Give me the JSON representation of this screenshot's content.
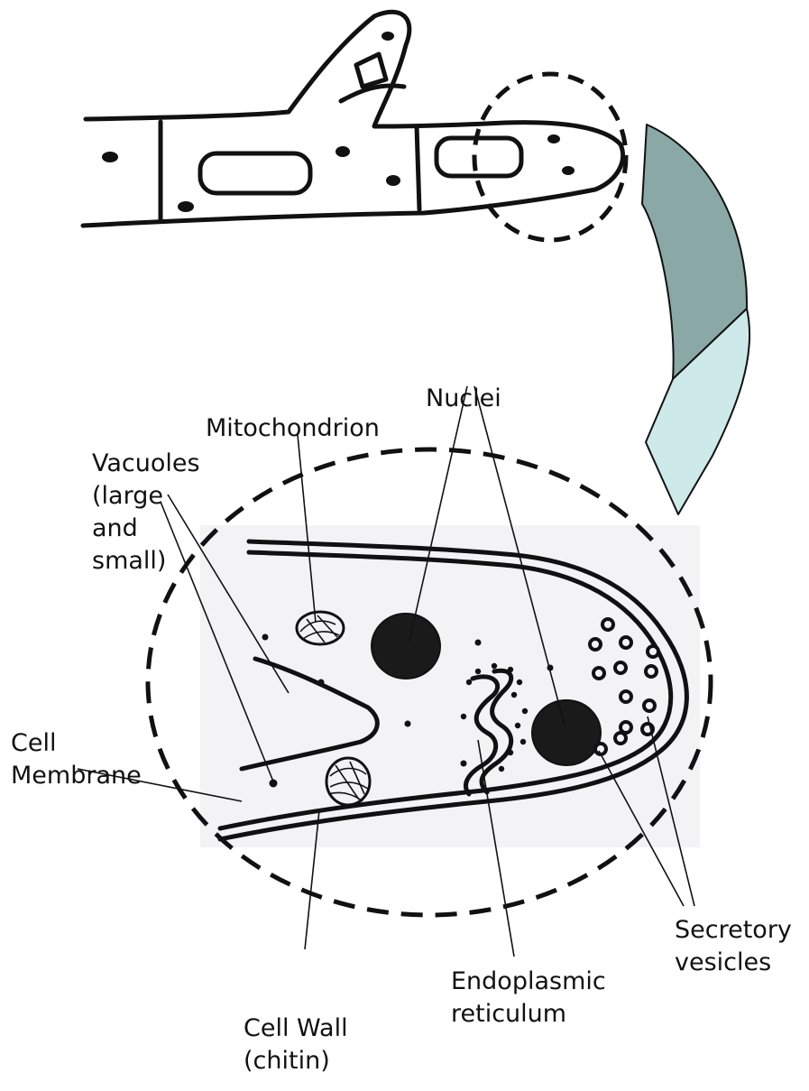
{
  "labels": {
    "nuclei": "Nuclei",
    "mitochondrion": "Mitochondrion",
    "vacuoles": [
      "Vacuoles",
      "(large",
      "and",
      "small)"
    ],
    "cell_membrane": [
      "Cell",
      "Membrane"
    ],
    "cell_wall": [
      "Cell Wall",
      "(chitin)"
    ],
    "endoplasmic_reticulum": [
      "Endoplasmic",
      "reticulum"
    ],
    "secretory_vesicles": [
      "Secretory",
      "vesicles"
    ]
  },
  "colors": {
    "ink": "#111111",
    "arrow_upper": "#8aa8a6",
    "arrow_lower": "#cde9e9",
    "scan_background": "#f3f3f6"
  }
}
